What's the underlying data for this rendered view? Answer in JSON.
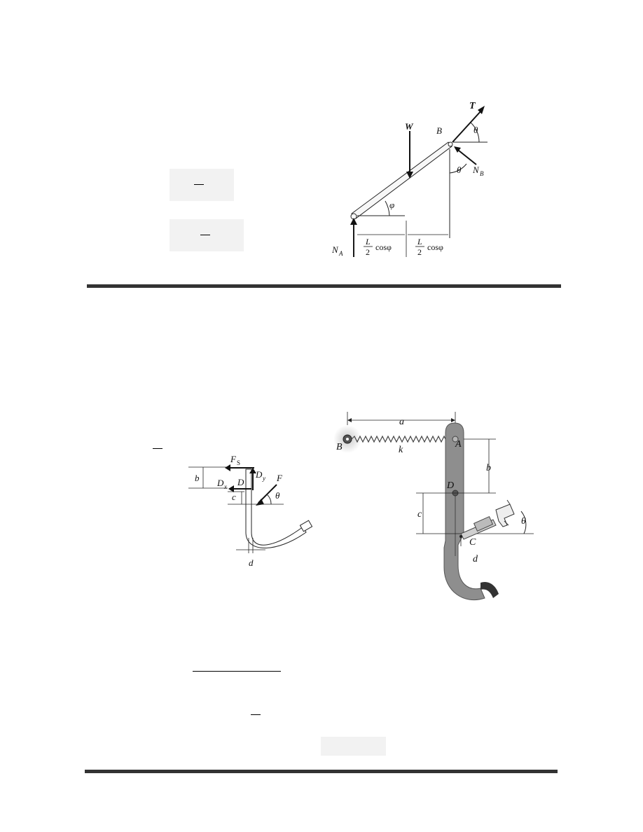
{
  "figure1": {
    "labels": {
      "T": "T",
      "W": "W",
      "B": "B",
      "theta_top": "θ",
      "theta_bottom": "θ",
      "N_B": "N",
      "N_B_sub": "B",
      "phi": "φ",
      "N_A": "N",
      "N_A_sub": "A",
      "L": "L",
      "two": "2",
      "cos_phi": "cosφ"
    }
  },
  "figure2": {
    "labels": {
      "F_S": "F",
      "F_S_sub": "S",
      "D_y": "D",
      "D_y_sub": "y",
      "F": "F",
      "b": "b",
      "D_x": "D",
      "D_x_sub": "x",
      "D": "D",
      "c": "c",
      "theta": "θ",
      "d": "d"
    }
  },
  "figure3": {
    "labels": {
      "a": "a",
      "B": "B",
      "k": "k",
      "A": "A",
      "b": "b",
      "D": "D",
      "c": "c",
      "theta": "θ",
      "C": "C",
      "d": "d"
    }
  }
}
